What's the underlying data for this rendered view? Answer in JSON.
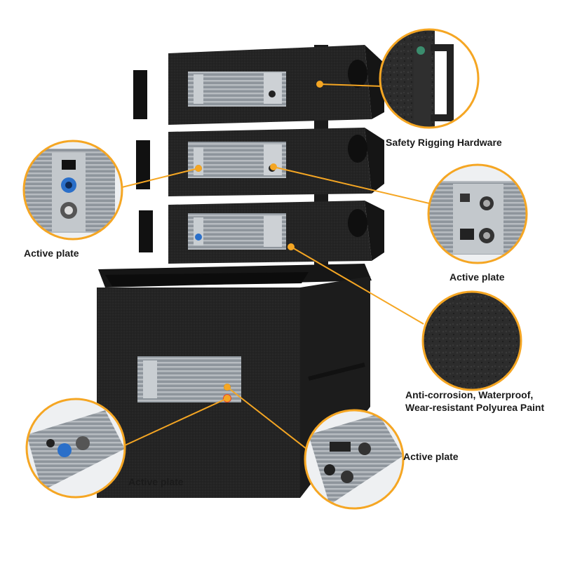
{
  "labels": {
    "rigging": "Safety Rigging Hardware",
    "active_plate_left": "Active plate",
    "active_plate_right": "Active plate",
    "paint_line1": "Anti-corrosion, Waterproof,",
    "paint_line2": "Wear-resistant Polyurea Paint",
    "active_plate_sub_right": "Active plate",
    "active_plate_sub_left": "Active plate"
  },
  "colors": {
    "accent": "#f5a623",
    "cabinet": "#1f1f1f",
    "plate": "#9aa0a6",
    "text": "#1a1a1a"
  }
}
